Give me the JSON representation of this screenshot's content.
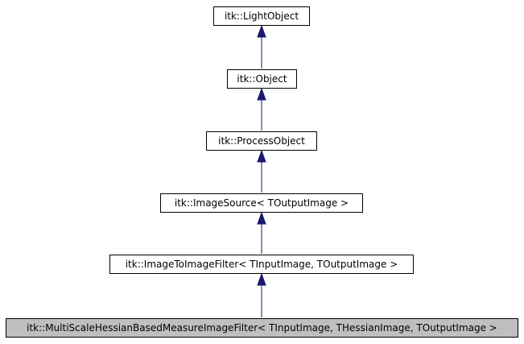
{
  "diagram": {
    "edge_color": "#191970",
    "current_fill": "#bfbfbf",
    "nodes": [
      {
        "label": "itk::LightObject",
        "current": false
      },
      {
        "label": "itk::Object",
        "current": false
      },
      {
        "label": "itk::ProcessObject",
        "current": false
      },
      {
        "label": "itk::ImageSource< TOutputImage >",
        "current": false
      },
      {
        "label": "itk::ImageToImageFilter< TInputImage, TOutputImage >",
        "current": false
      },
      {
        "label": "itk::MultiScaleHessianBasedMeasureImageFilter< TInputImage, THessianImage, TOutputImage >",
        "current": true
      }
    ],
    "edges": [
      {
        "from": "itk::Object",
        "to": "itk::LightObject"
      },
      {
        "from": "itk::ProcessObject",
        "to": "itk::Object"
      },
      {
        "from": "itk::ImageSource< TOutputImage >",
        "to": "itk::ProcessObject"
      },
      {
        "from": "itk::ImageToImageFilter< TInputImage, TOutputImage >",
        "to": "itk::ImageSource< TOutputImage >"
      },
      {
        "from": "itk::MultiScaleHessianBasedMeasureImageFilter< TInputImage, THessianImage, TOutputImage >",
        "to": "itk::ImageToImageFilter< TInputImage, TOutputImage >"
      }
    ]
  }
}
